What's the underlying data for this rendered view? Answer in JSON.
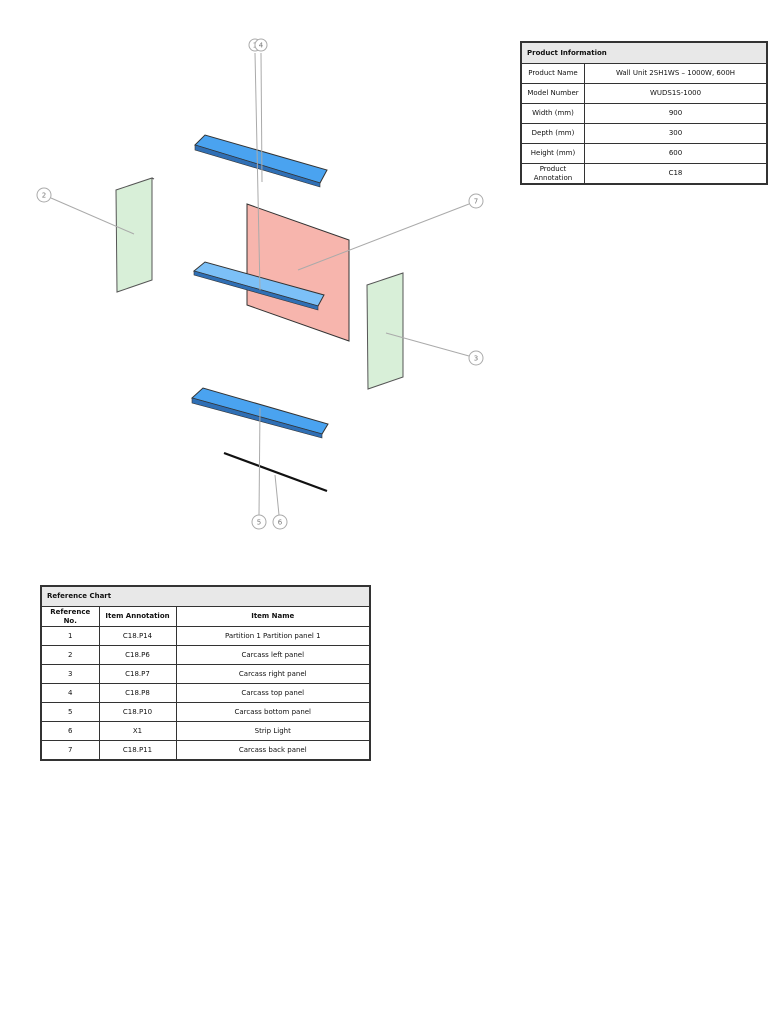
{
  "product_info": {
    "title": "Product Information",
    "rows": [
      {
        "key": "Product Name",
        "value": "Wall Unit 2SH1WS – 1000W, 600H"
      },
      {
        "key": "Model Number",
        "value": "WUDS1S-1000"
      },
      {
        "key": "Width (mm)",
        "value": "900"
      },
      {
        "key": "Depth (mm)",
        "value": "300"
      },
      {
        "key": "Height (mm)",
        "value": "600"
      },
      {
        "key": "Product Annotation",
        "value": "C18"
      }
    ]
  },
  "reference_chart": {
    "title": "Reference Chart",
    "headers": [
      "Reference No.",
      "Item Annotation",
      "Item Name"
    ],
    "rows": [
      [
        "1",
        "C18.P14",
        "Partition 1 Partition panel 1"
      ],
      [
        "2",
        "C18.P6",
        "Carcass left panel"
      ],
      [
        "3",
        "C18.P7",
        "Carcass right panel"
      ],
      [
        "4",
        "C18.P8",
        "Carcass top panel"
      ],
      [
        "5",
        "C18.P10",
        "Carcass bottom panel"
      ],
      [
        "6",
        "X1",
        "Strip Light"
      ],
      [
        "7",
        "C18.P11",
        "Carcass back panel"
      ]
    ]
  },
  "callouts": [
    "1",
    "4",
    "2",
    "7",
    "3",
    "5",
    "6"
  ],
  "colors": {
    "horizontal_panel": "#4aa3f0",
    "side_panel": "#d8efd8",
    "back_panel": "#f7b5ad",
    "leader_line": "#aaaaaa",
    "table_border": "#333333",
    "table_header": "#e8e8e8"
  }
}
